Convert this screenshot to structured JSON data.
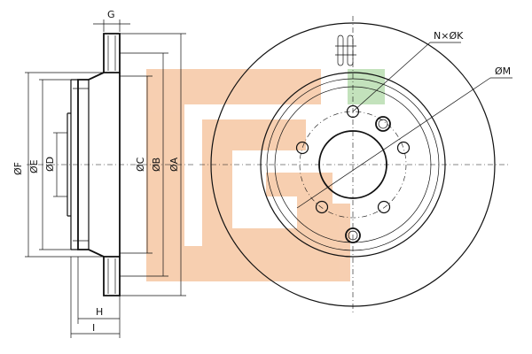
{
  "dimension_labels": {
    "G": "G",
    "F": "ØF",
    "E": "ØE",
    "D": "ØD",
    "C": "ØC",
    "B": "ØB",
    "A": "ØA",
    "H": "H",
    "I": "I",
    "NK": "N×ØK",
    "M": "ØM"
  },
  "colors": {
    "logo_orange": "#f6c7a3",
    "logo_green": "#b9ddb0",
    "line": "#111111"
  },
  "logo": {
    "name": "brand-watermark-logo",
    "letter": "G"
  }
}
